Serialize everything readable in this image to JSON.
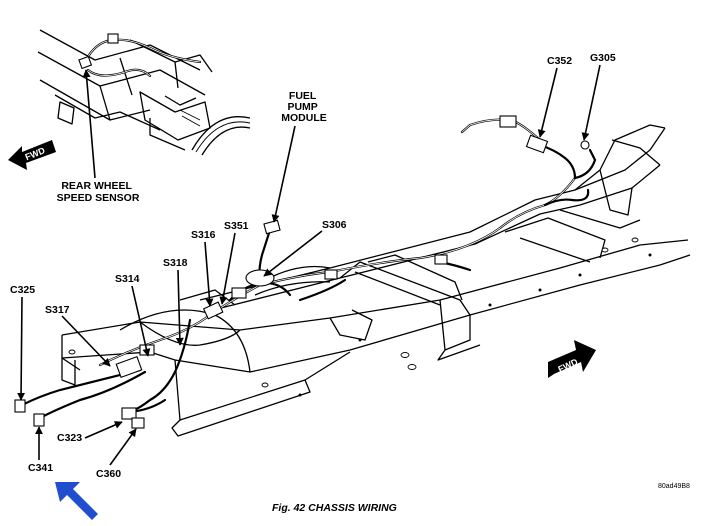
{
  "labels": {
    "rear_wheel_speed_sensor": [
      "REAR WHEEL",
      "SPEED SENSOR"
    ],
    "fuel_pump_module": [
      "FUEL",
      "PUMP",
      "MODULE"
    ],
    "c352": "C352",
    "g305": "G305",
    "s306": "S306",
    "s316": "S316",
    "s351": "S351",
    "s318": "S318",
    "s314": "S314",
    "c325": "C325",
    "s317": "S317",
    "c323": "C323",
    "c341": "C341",
    "c360": "C360"
  },
  "fwd_arrows": [
    "FWD",
    "FWD"
  ],
  "caption": "Fig. 42 CHASSIS WIRING",
  "image_code": "80ad49B8",
  "colors": {
    "ink": "#000000",
    "pointer_arrow": "#1f4fcf",
    "background": "#ffffff"
  }
}
